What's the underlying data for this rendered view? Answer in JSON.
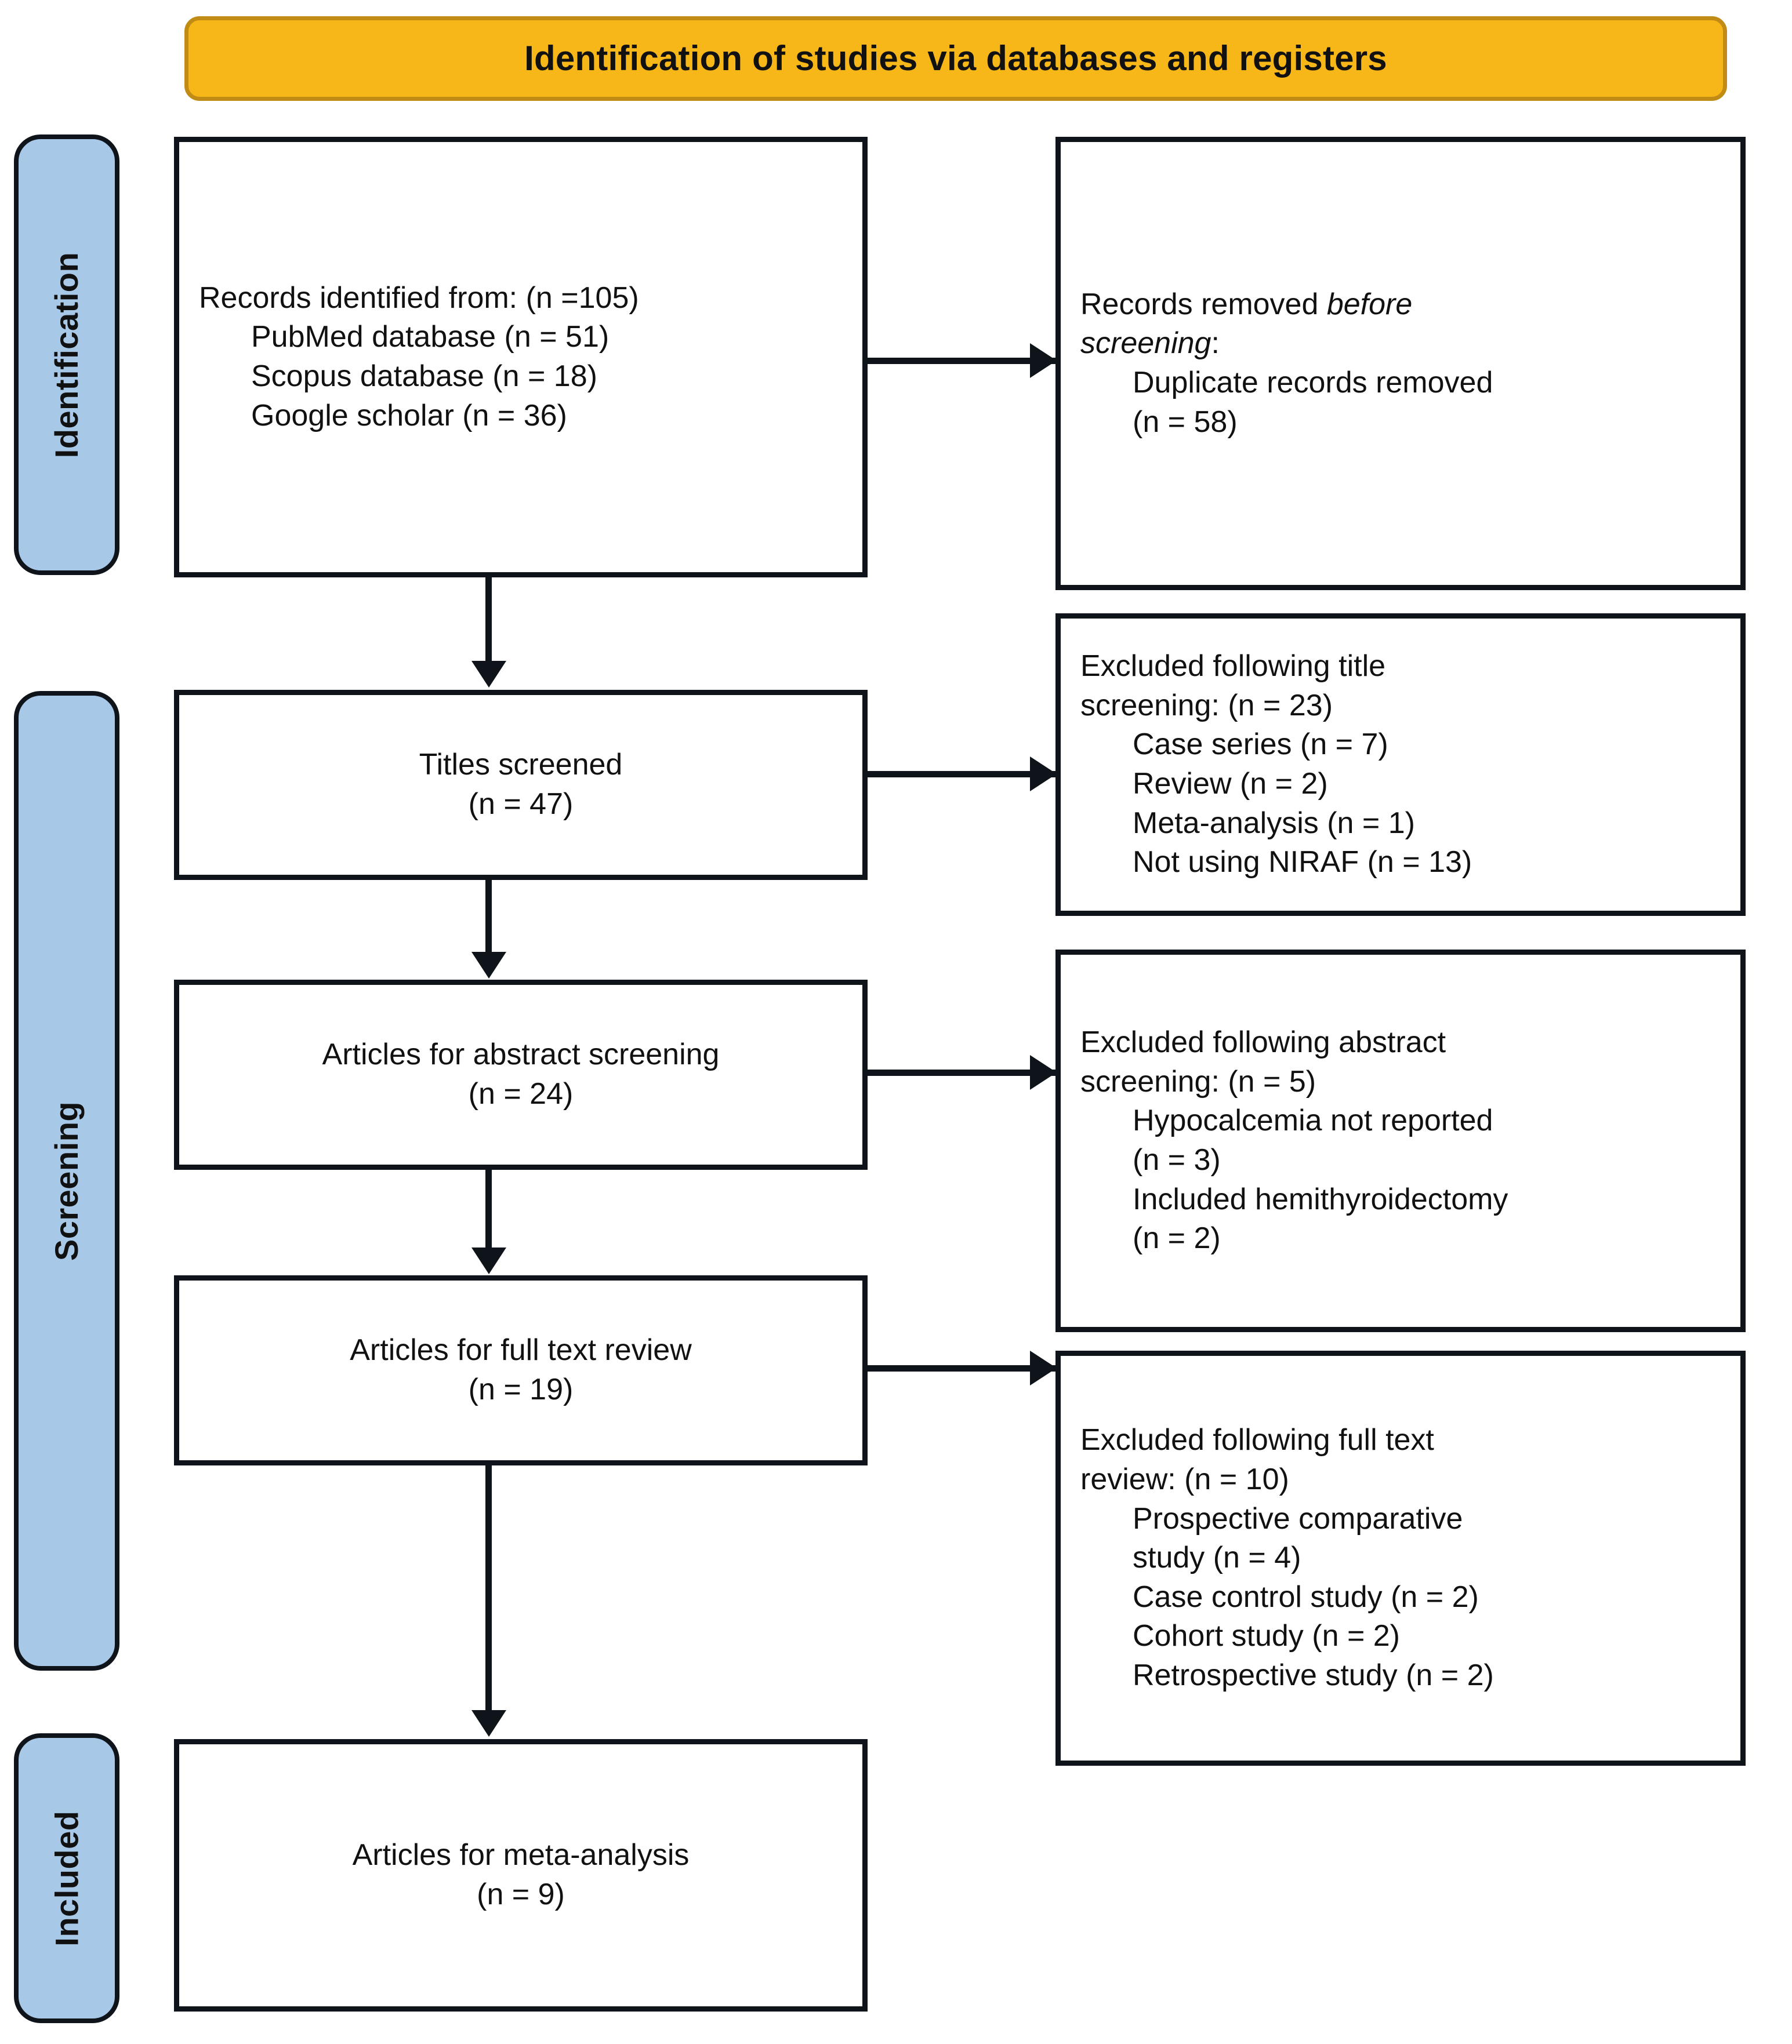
{
  "header": {
    "title": "Identification of studies via databases and registers",
    "fill_color": "#F7B719",
    "border_color": "#C08C16"
  },
  "stages": [
    {
      "id": "identification",
      "label": "Identification",
      "fill_color": "#A8C8E8"
    },
    {
      "id": "screening",
      "label": "Screening",
      "fill_color": "#A8C8E8"
    },
    {
      "id": "included",
      "label": "Included",
      "fill_color": "#A8C8E8"
    }
  ],
  "boxes": {
    "identified": {
      "lines": [
        "Records identified from: (n =105)",
        "PubMed database (n = 51)",
        "Scopus database (n = 18)",
        "Google scholar (n = 36)"
      ]
    },
    "removed": {
      "line1_plain": "Records removed ",
      "line1_italic": "before",
      "line2_italic": "screening",
      "line2_plain": ":",
      "line3": "Duplicate records removed",
      "line4": "(n = 58)"
    },
    "titles_screened": {
      "lines": [
        "Titles screened",
        "(n = 47)"
      ]
    },
    "excluded_title": {
      "lines": [
        "Excluded following title",
        "screening: (n = 23)",
        "Case series (n = 7)",
        "Review (n = 2)",
        "Meta-analysis (n = 1)",
        "Not using NIRAF (n = 13)"
      ]
    },
    "abstract_screening": {
      "lines": [
        "Articles for abstract screening",
        "(n = 24)"
      ]
    },
    "excluded_abstract": {
      "lines": [
        "Excluded following abstract",
        "screening: (n = 5)",
        "Hypocalcemia not reported",
        "(n = 3)",
        "Included hemithyroidectomy",
        "(n = 2)"
      ]
    },
    "full_text_review": {
      "lines": [
        "Articles for full text review",
        "(n = 19)"
      ]
    },
    "excluded_fulltext": {
      "lines": [
        "Excluded following full text",
        "review: (n = 10)",
        "Prospective comparative",
        "study (n = 4)",
        "Case control study (n = 2)",
        "Cohort study (n = 2)",
        "Retrospective study (n = 2)"
      ]
    },
    "meta_analysis": {
      "lines": [
        "Articles for meta-analysis",
        "(n = 9)"
      ]
    }
  },
  "chart_data": {
    "type": "diagram",
    "title": "Identification of studies via databases and registers",
    "nodes": [
      {
        "id": "identified",
        "stage": "Identification",
        "label": "Records identified from",
        "n": 105,
        "breakdown": [
          {
            "source": "PubMed database",
            "n": 51
          },
          {
            "source": "Scopus database",
            "n": 18
          },
          {
            "source": "Google scholar",
            "n": 36
          }
        ]
      },
      {
        "id": "removed",
        "stage": "Identification",
        "label": "Records removed before screening",
        "breakdown": [
          {
            "reason": "Duplicate records removed",
            "n": 58
          }
        ]
      },
      {
        "id": "titles_screened",
        "stage": "Screening",
        "label": "Titles screened",
        "n": 47
      },
      {
        "id": "excluded_title",
        "stage": "Screening",
        "label": "Excluded following title screening",
        "n": 23,
        "breakdown": [
          {
            "reason": "Case series",
            "n": 7
          },
          {
            "reason": "Review",
            "n": 2
          },
          {
            "reason": "Meta-analysis",
            "n": 1
          },
          {
            "reason": "Not using NIRAF",
            "n": 13
          }
        ]
      },
      {
        "id": "abstract_screening",
        "stage": "Screening",
        "label": "Articles for abstract screening",
        "n": 24
      },
      {
        "id": "excluded_abstract",
        "stage": "Screening",
        "label": "Excluded following abstract screening",
        "n": 5,
        "breakdown": [
          {
            "reason": "Hypocalcemia not reported",
            "n": 3
          },
          {
            "reason": "Included hemithyroidectomy",
            "n": 2
          }
        ]
      },
      {
        "id": "full_text_review",
        "stage": "Screening",
        "label": "Articles for full text review",
        "n": 19
      },
      {
        "id": "excluded_fulltext",
        "stage": "Screening",
        "label": "Excluded following full text review",
        "n": 10,
        "breakdown": [
          {
            "reason": "Prospective comparative study",
            "n": 4
          },
          {
            "reason": "Case control study",
            "n": 2
          },
          {
            "reason": "Cohort study",
            "n": 2
          },
          {
            "reason": "Retrospective study",
            "n": 2
          }
        ]
      },
      {
        "id": "meta_analysis",
        "stage": "Included",
        "label": "Articles for meta-analysis",
        "n": 9
      }
    ],
    "edges": [
      {
        "from": "identified",
        "to": "removed",
        "direction": "right"
      },
      {
        "from": "identified",
        "to": "titles_screened",
        "direction": "down"
      },
      {
        "from": "titles_screened",
        "to": "excluded_title",
        "direction": "right"
      },
      {
        "from": "titles_screened",
        "to": "abstract_screening",
        "direction": "down"
      },
      {
        "from": "abstract_screening",
        "to": "excluded_abstract",
        "direction": "right"
      },
      {
        "from": "abstract_screening",
        "to": "full_text_review",
        "direction": "down"
      },
      {
        "from": "full_text_review",
        "to": "excluded_fulltext",
        "direction": "right"
      },
      {
        "from": "full_text_review",
        "to": "meta_analysis",
        "direction": "down"
      }
    ]
  }
}
